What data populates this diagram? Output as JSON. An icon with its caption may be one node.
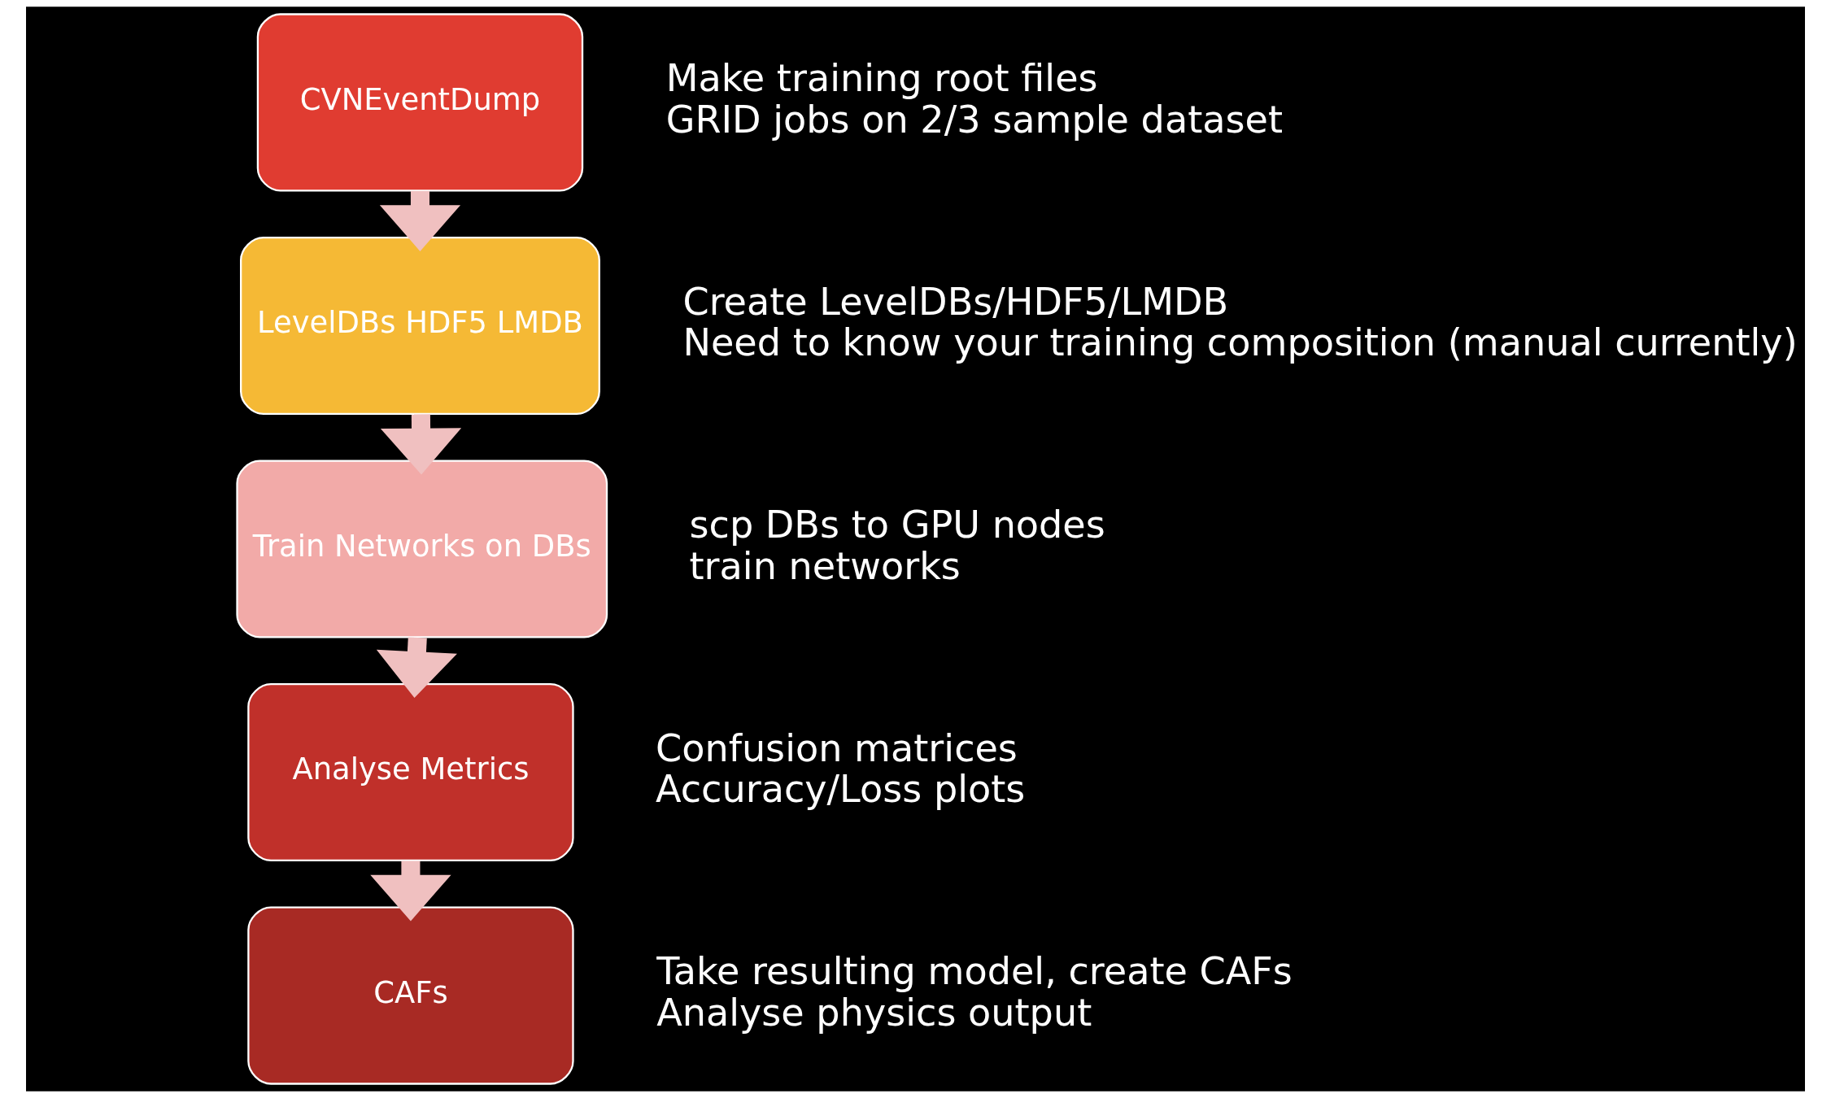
{
  "diagram": {
    "nodes": [
      {
        "text": [
          "CVNEventDump"
        ],
        "beside": [
          "Make training root files",
          "GRID jobs on 2/3 sample dataset"
        ]
      },
      {
        "text": [
          "LevelDBs HDF5 LMDB"
        ],
        "beside": [
          "Create LevelDBs/HDF5/LMDB",
          "Need to know your training composition (manual currently)"
        ]
      },
      {
        "text": [
          "Train Networks on DBs"
        ],
        "beside": [
          "scp DBs to GPU nodes",
          "train networks"
        ]
      },
      {
        "text": [
          "Analyse Metrics"
        ],
        "beside": [
          "Confusion matrices",
          "Accuracy/Loss plots"
        ]
      },
      {
        "text": [
          "CAFs"
        ],
        "beside": [
          "Take resulting model, create CAFs",
          "Analyse physics output"
        ]
      }
    ],
    "edges": [
      {
        "from": 0,
        "to": 1,
        "arrow": "to"
      },
      {
        "from": 1,
        "to": 2,
        "arrow": "to"
      },
      {
        "from": 2,
        "to": 3,
        "arrow": "to"
      },
      {
        "from": 3,
        "to": 4,
        "arrow": "to"
      }
    ]
  }
}
